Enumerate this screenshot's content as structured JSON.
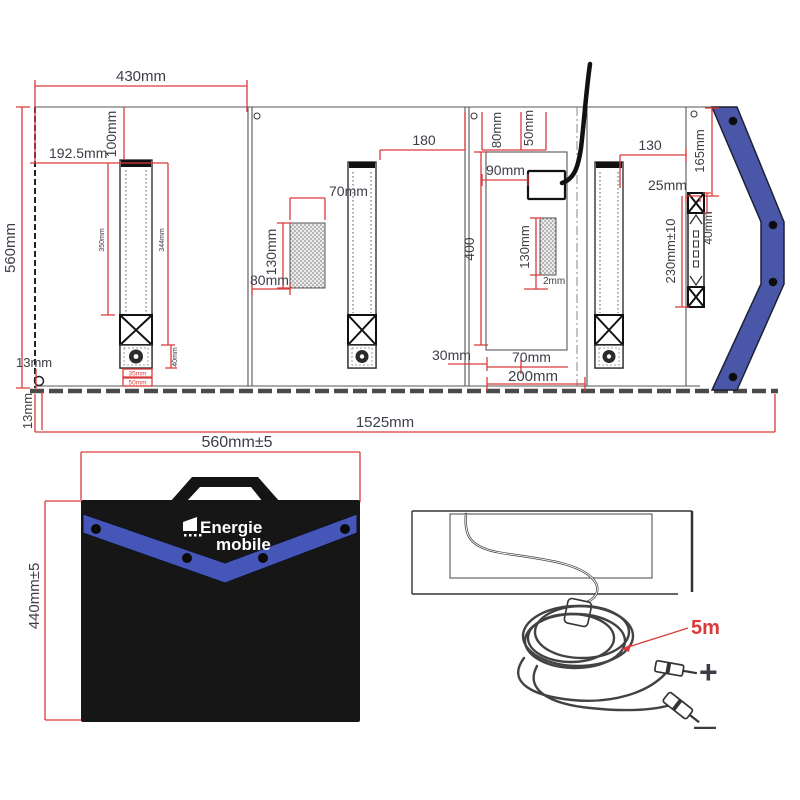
{
  "colors": {
    "dimension_red": "#d93a3a",
    "label_dark": "#3d3d47",
    "flap_blue": "#4a57a8",
    "strap_blue": "#4656b8",
    "bag_black": "#161616",
    "logo_white": "#ffffff"
  },
  "unfolded": {
    "total_width": "1525mm",
    "height": "560mm",
    "panel1": {
      "width": "430mm",
      "strip_offset": "192.5mm",
      "strip_top_gap": "100mm",
      "strip_len_left": "350mm",
      "strip_len_right": "344mm",
      "grommet_height": "40mm",
      "grommet_w_inner": "35mm",
      "grommet_w_outer": "50mm",
      "edge_gap_h": "13mm",
      "edge_gap_v": "13mm"
    },
    "panel2": {
      "strip_to_edge": "180",
      "pocket_width": "70mm",
      "pocket_height": "130mm",
      "pocket_offset": "80mm"
    },
    "panel3": {
      "gland_a": "80mm",
      "gland_b": "50mm",
      "gland_left": "90mm",
      "cell_height": "400",
      "pocket_height": "130mm",
      "pocket_gap": "2mm",
      "bottom_gap": "30mm",
      "bottom_a": "70mm",
      "bottom_b": "200mm"
    },
    "panel4": {
      "strip_to_edge": "130",
      "flap_top": "165mm",
      "zip_gap": "25mm",
      "zip_length": "230mm±10",
      "xbox_height": "40mm"
    }
  },
  "folded": {
    "width": "560mm±5",
    "height": "440mm±5",
    "brand_line1": "Energie",
    "brand_line2": "mobile"
  },
  "cable": {
    "length": "5m",
    "positive": "+",
    "negative": "—"
  }
}
